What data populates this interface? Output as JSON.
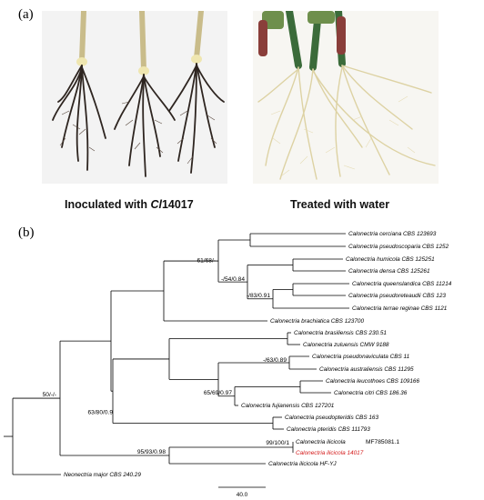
{
  "panel_a": {
    "label": "(a)",
    "left_caption": "Inoculated with ",
    "left_caption_italic": "Cl",
    "left_caption_tail": "14017",
    "right_caption": "Treated with water"
  },
  "panel_b": {
    "label": "(b)",
    "taxa": [
      "Calonectria cerciana CBS 123693",
      "Calonectria pseudoscoparia CBS 1252",
      "Calonectria humicola CBS 125251",
      "Calonectria densa CBS 125261",
      "Calonectria queenslandica CBS 11214",
      "Calonectria pseudoreteaudii CBS 123",
      "Calonectria terrae reginae CBS 1121",
      "Calonectria brachiatica CBS 123700",
      "Calonectria brasiliensis CBS 230.51",
      "Calonectria zuluensis CMW 9188",
      "Calonectria pseudonaviculata CBS 11",
      "Calonectria australiensis CBS 11295",
      "Calonectria leucothoes CBS 109166",
      "Calonectria citri CBS 186.36",
      "Calonectria fujianensis CBS 127201",
      "Calonectria pseudopteridis CBS 163",
      "Calonectria pteridis CBS 111793",
      "Calonectria ilicicola",
      "Calonectria ilicicola 14017",
      "Calonectria ilicicola HF-YJ",
      "Neonectria major CBS 240.29"
    ],
    "accession": "MF785081.1",
    "supports": [
      "-/54/0.84",
      "-/83/0.91",
      "61/68/-",
      "-/63/0.89",
      "65/69/0.97",
      "63/80/0.9",
      "50/-/-",
      "99/100/1",
      "95/93/0.98"
    ],
    "scale_label": "40.0",
    "highlight_color": "#d41a1a"
  }
}
